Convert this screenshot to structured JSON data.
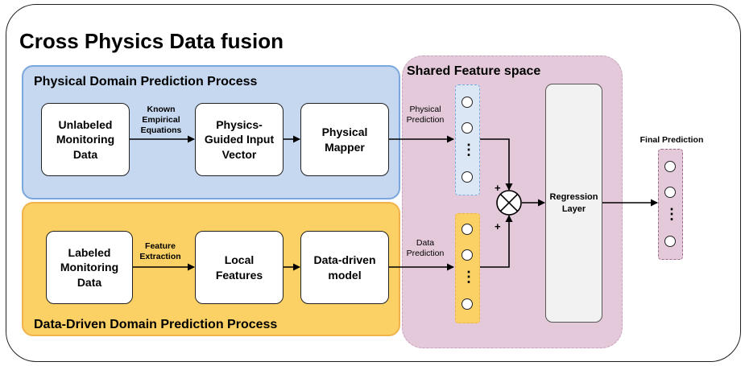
{
  "title": "Cross Physics Data fusion",
  "physical_process": {
    "title": "Physical Domain Prediction Process",
    "input_box": "Unlabeled\nMonitoring\nData",
    "edge_label": "Known\nEmpirical\nEquations",
    "vector_box": "Physics-\nGuided Input\nVector",
    "mapper_box": "Physical\nMapper",
    "output_label": "Physical\nPrediction"
  },
  "data_process": {
    "title": "Data-Driven Domain Prediction Process",
    "input_box": "Labeled\nMonitoring\nData",
    "edge_label": "Feature\nExtraction",
    "features_box": "Local\nFeatures",
    "model_box": "Data-driven\nmodel",
    "output_label": "Data\nPrediction"
  },
  "shared_space": {
    "title": "Shared Feature space",
    "plus_top": "+",
    "plus_bottom": "+",
    "regression_box": "Regression\nLayer"
  },
  "final": {
    "label": "Final Prediction"
  },
  "colors": {
    "physical_fill": "#c5d8f0",
    "data_fill": "#fbd166",
    "shared_fill": "#e3c9d9"
  }
}
